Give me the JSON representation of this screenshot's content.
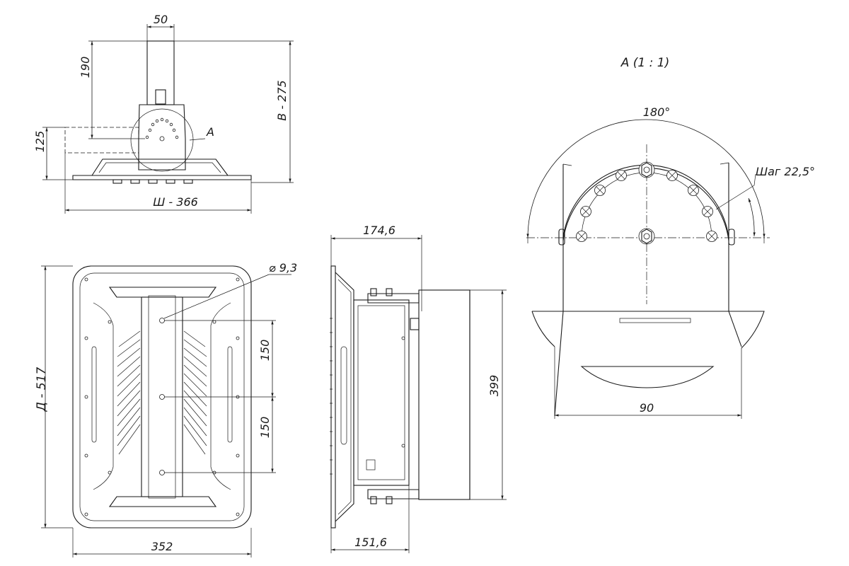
{
  "top_view": {
    "dim_width_top": "50",
    "dim_height_190": "190",
    "dim_height_125": "125",
    "dim_overall_height": "В - 275",
    "dim_overall_width": "Ш - 366",
    "detail_callout": "A"
  },
  "plan_view": {
    "dim_hole": "⌀ 9,3",
    "dim_spacing_upper": "150",
    "dim_spacing_lower": "150",
    "dim_length": "Д - 517",
    "dim_width": "352"
  },
  "side_view": {
    "dim_top": "174,6",
    "dim_bottom": "151,6",
    "dim_height": "399"
  },
  "detail_view": {
    "title": "А (1 : 1)",
    "angle_label": "180°",
    "step_label": "Шаг 22,5°",
    "dim_width": "90"
  }
}
